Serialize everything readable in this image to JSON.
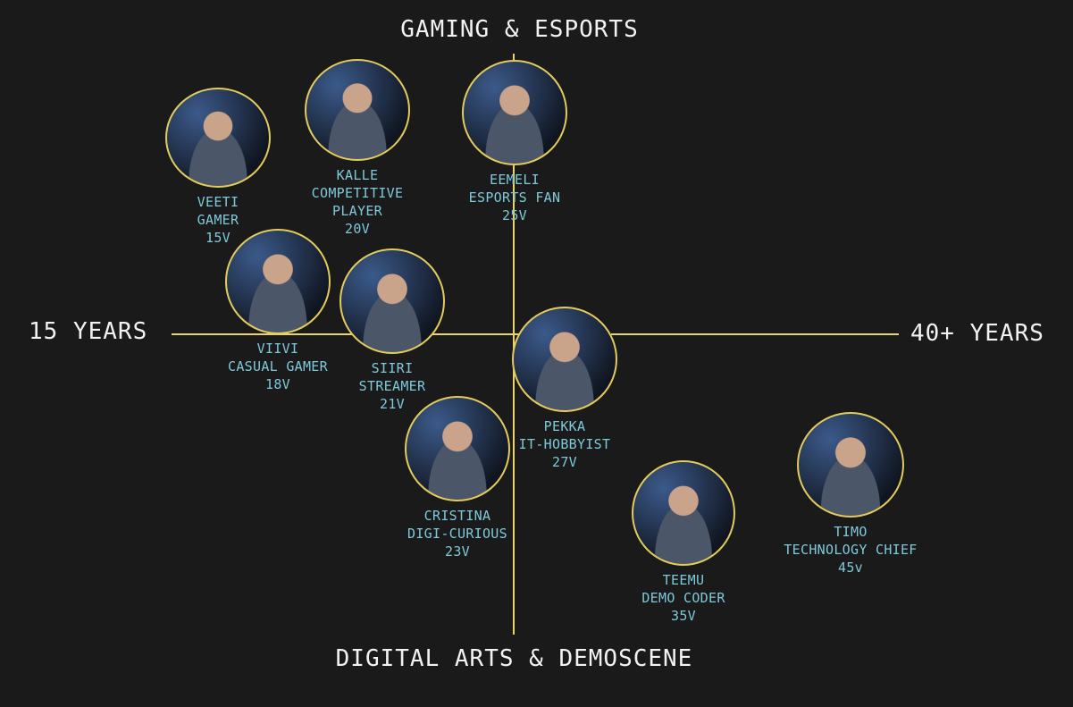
{
  "axes": {
    "top": "GAMING & ESPORTS",
    "bottom": "DIGITAL ARTS & DEMOSCENE",
    "left": "15 YEARS",
    "right": "40+ YEARS"
  },
  "personas": [
    {
      "id": "veeti",
      "name": "VEETI",
      "role": "GAMER",
      "role2": "",
      "age": "15V"
    },
    {
      "id": "kalle",
      "name": "KALLE",
      "role": "COMPETITIVE",
      "role2": "PLAYER",
      "age": "20V"
    },
    {
      "id": "eemeli",
      "name": "EEMELI",
      "role": "ESPORTS FAN",
      "role2": "",
      "age": "25V"
    },
    {
      "id": "viivi",
      "name": "VIIVI",
      "role": "CASUAL GAMER",
      "role2": "",
      "age": "18V"
    },
    {
      "id": "siiri",
      "name": "SIIRI",
      "role": "STREAMER",
      "role2": "",
      "age": "21V"
    },
    {
      "id": "pekka",
      "name": "PEKKA",
      "role": "IT-HOBBYIST",
      "role2": "",
      "age": "27V"
    },
    {
      "id": "cristina",
      "name": "CRISTINA",
      "role": "DIGI-CURIOUS",
      "role2": "",
      "age": "23V"
    },
    {
      "id": "teemu",
      "name": "TEEMU",
      "role": "DEMO CODER",
      "role2": "",
      "age": "35V"
    },
    {
      "id": "timo",
      "name": "TIMO",
      "role": "TECHNOLOGY CHIEF",
      "role2": "",
      "age": "45v"
    }
  ]
}
